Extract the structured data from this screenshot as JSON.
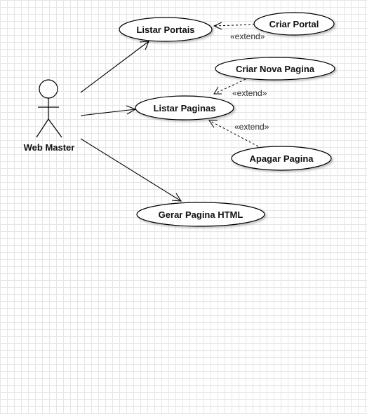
{
  "actor": {
    "name": "Web Master"
  },
  "use_cases": {
    "listar_portais": "Listar Portais",
    "criar_portal": "Criar Portal",
    "criar_nova_pagina": "Criar Nova Pagina",
    "listar_paginas": "Listar Paginas",
    "apagar_pagina": "Apagar Pagina",
    "gerar_pagina_html": "Gerar Pagina HTML"
  },
  "relations": {
    "extend_1": "«extend»",
    "extend_2": "«extend»",
    "extend_3": "«extend»"
  }
}
